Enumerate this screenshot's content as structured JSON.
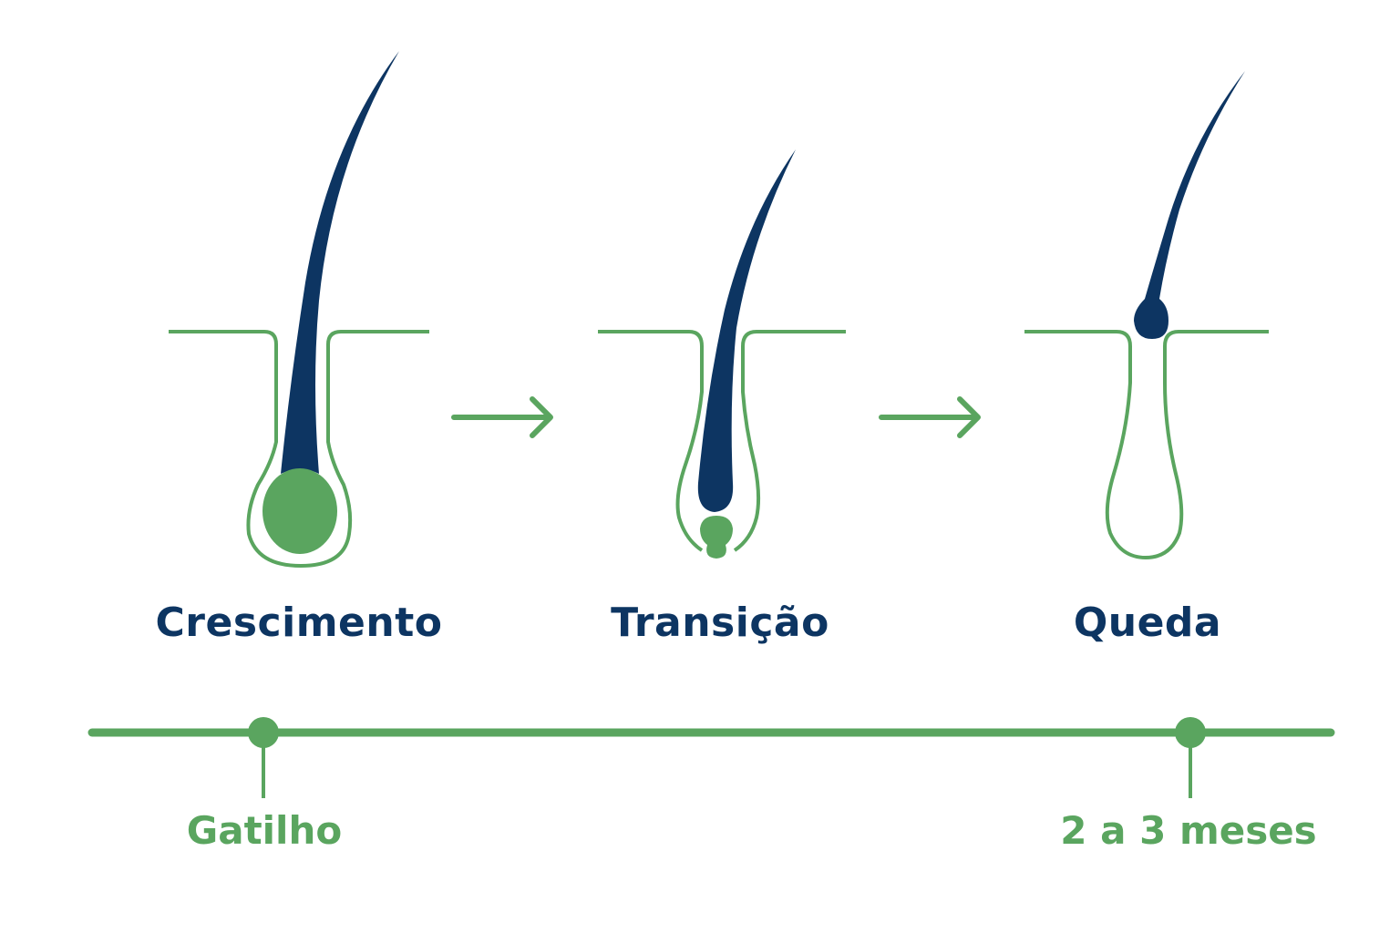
{
  "colors": {
    "hair": "#0d3562",
    "follicle": "#5aa55f",
    "label": "#0d3562",
    "timeline": "#5aa55f",
    "background": "#ffffff"
  },
  "stages": [
    {
      "label": "Crescimento",
      "icon": "anagen-follicle-icon"
    },
    {
      "label": "Transição",
      "icon": "catagen-follicle-icon"
    },
    {
      "label": "Queda",
      "icon": "telogen-follicle-icon"
    }
  ],
  "timeline": {
    "markers": [
      {
        "label": "Gatilho"
      },
      {
        "label": "2 a 3 meses"
      }
    ]
  }
}
